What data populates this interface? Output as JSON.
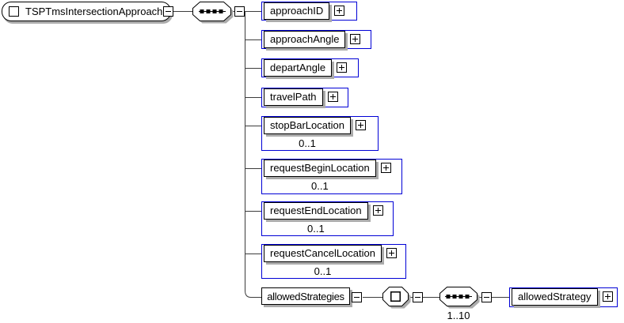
{
  "root": {
    "label": "TSPTmsIntersectionApproach"
  },
  "compositors": {
    "top": {
      "type": "sequence"
    },
    "mid": {
      "type": "content-model"
    },
    "inner": {
      "type": "sequence",
      "occurrence": "1..10"
    }
  },
  "nodes": [
    {
      "label": "approachID",
      "cardinality": ""
    },
    {
      "label": "approachAngle",
      "cardinality": ""
    },
    {
      "label": "departAngle",
      "cardinality": ""
    },
    {
      "label": "travelPath",
      "cardinality": ""
    },
    {
      "label": "stopBarLocation",
      "cardinality": "0..1"
    },
    {
      "label": "requestBeginLocation",
      "cardinality": "0..1"
    },
    {
      "label": "requestEndLocation",
      "cardinality": "0..1"
    },
    {
      "label": "requestCancelLocation",
      "cardinality": "0..1"
    },
    {
      "label": "allowedStrategies",
      "cardinality": ""
    },
    {
      "label": "allowedStrategy",
      "cardinality": ""
    }
  ],
  "colors": {
    "element_border": "#0000d6",
    "box_border": "#000000",
    "shadow": "#ababab",
    "connector": "#3c3c3c",
    "background": "#ffffff",
    "text": "#000000"
  }
}
